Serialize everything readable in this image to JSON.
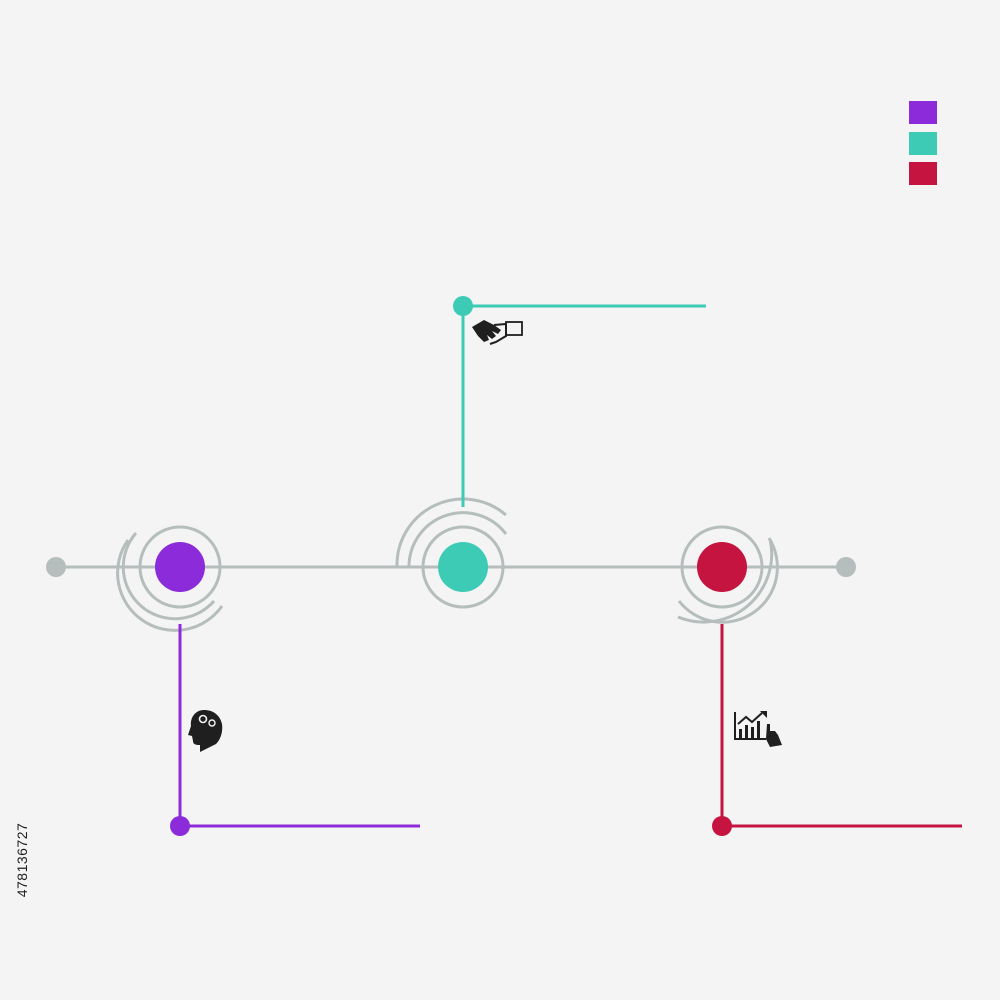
{
  "legend": [
    {
      "id": "purple",
      "color": "#8c2bd9"
    },
    {
      "id": "teal",
      "color": "#3dcbb6"
    },
    {
      "id": "red",
      "color": "#c4143f"
    }
  ],
  "colors": {
    "purple": "#8c2bd9",
    "teal": "#3dcbb6",
    "red": "#c4143f",
    "track": "#b6bdbd",
    "icon": "#1f1f1f",
    "background": "#f4f4f4"
  },
  "nodes": [
    {
      "id": "node-1",
      "color_key": "purple",
      "icon": "head-gears-icon"
    },
    {
      "id": "node-2",
      "color_key": "teal",
      "icon": "handshake-icon"
    },
    {
      "id": "node-3",
      "color_key": "red",
      "icon": "growth-chart-icon"
    }
  ],
  "watermark": {
    "stock_id": "478136727"
  }
}
